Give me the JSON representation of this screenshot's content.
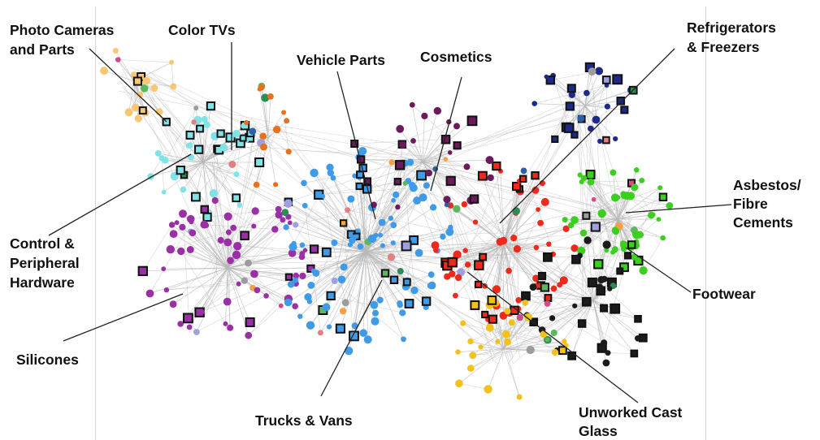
{
  "labels": {
    "photo_cameras": [
      "Photo Cameras",
      "and Parts"
    ],
    "color_tvs": [
      "Color TVs"
    ],
    "vehicle_parts": [
      "Vehicle Parts"
    ],
    "cosmetics": [
      "Cosmetics"
    ],
    "refrigerators": [
      "Refrigerators",
      "& Freezers"
    ],
    "asbestos": [
      "Asbestos/",
      "Fibre",
      "Cements"
    ],
    "control": [
      "Control &",
      "Peripheral",
      "Hardware"
    ],
    "footwear": [
      "Footwear"
    ],
    "silicones": [
      "Silicones"
    ],
    "trucks": [
      "Trucks & Vans"
    ],
    "glass": [
      "Unworked Cast",
      "Glass"
    ]
  },
  "colors": {
    "edge": "#b8b8b8",
    "leader": "#222222",
    "cameras_cluster": "#9fe6ea",
    "camera_leaf": "#f6c873",
    "tv_cluster": "#7fe3e8",
    "vehicle_cluster": "#3f9be8",
    "silicones_cluster": "#9b2fa6",
    "red_cluster": "#ee2a1c",
    "green_cluster": "#3ccf1f",
    "orange_branch": "#e9701c",
    "yellow_branch": "#f3c21a",
    "dark_branch": "#1b1b1b",
    "navy_branch": "#1d2a8a"
  }
}
